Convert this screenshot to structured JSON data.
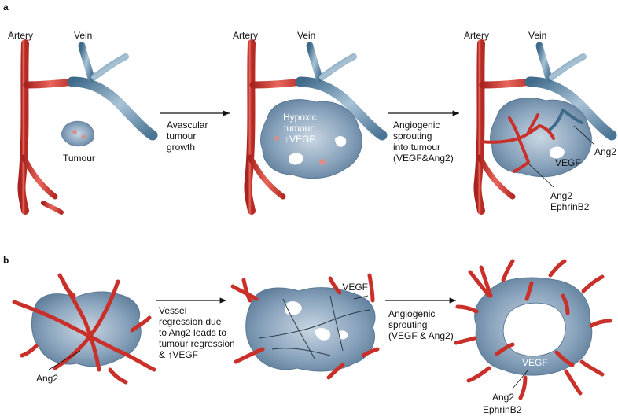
{
  "panel_a": {
    "letter": "a",
    "stage1": {
      "artery": "Artery",
      "vein": "Vein",
      "tumour": "Tumour"
    },
    "arrow1": "Avascular\ntumour\ngrowth",
    "stage2": {
      "artery": "Artery",
      "vein": "Vein",
      "tumour": "Hypoxic\ntumour:\n↑VEGF"
    },
    "arrow2": "Angiogenic\nsprouting\ninto tumour\n(VEGF&Ang2)",
    "stage3": {
      "artery": "Artery",
      "vein": "Vein",
      "ang2": "Ang2",
      "vegf": "VEGF",
      "ang2_ephrin": "Ang2\nEphrinB2"
    }
  },
  "panel_b": {
    "letter": "b",
    "stage1": {
      "ang2": "Ang2"
    },
    "arrow1": "Vessel\nregression due\nto Ang2 leads to\ntumour regression\n& ↑VEGF",
    "stage2": {
      "vegf": "↑ VEGF"
    },
    "arrow2": "Angiogenic\nsprouting\n(VEGF & Ang2)",
    "stage3": {
      "vegf": "VEGF",
      "ang2": "Ang2",
      "ephrin": "EphrinB2"
    }
  },
  "colors": {
    "artery": "#d43a32",
    "vein": "#5f86a3",
    "tumour": "#8aa4bd",
    "text": "#111111"
  }
}
